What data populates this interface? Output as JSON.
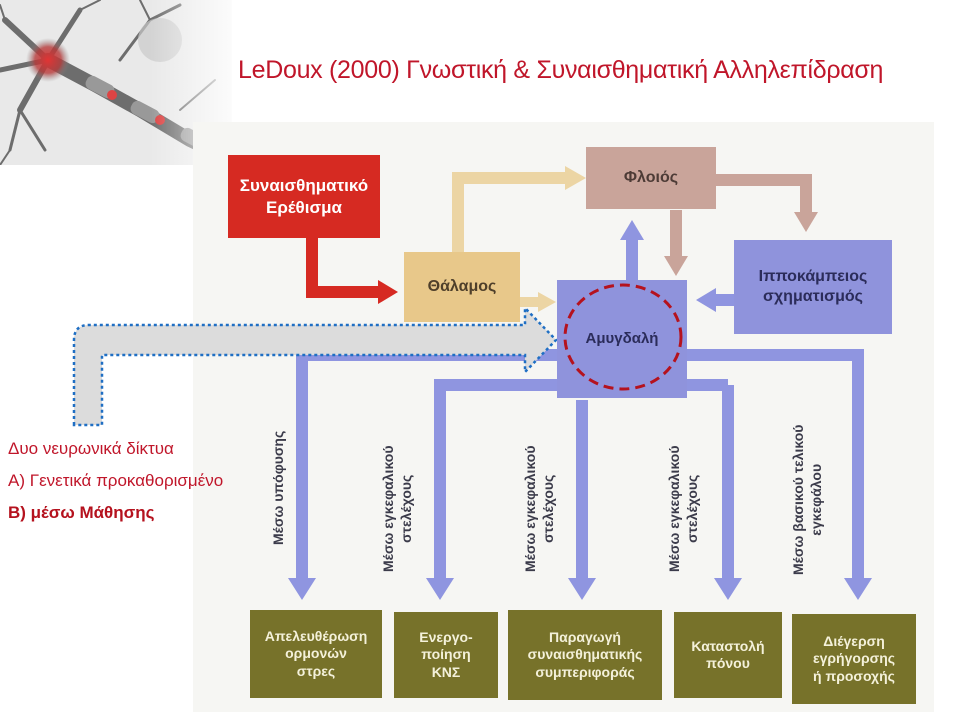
{
  "slide": {
    "title": "LeDoux (2000) Γνωστική & Συναισθηματική Αλληλεπίδραση"
  },
  "diagram": {
    "nodes": {
      "stimulus_line1": "Συναισθηματικό",
      "stimulus_line2": "Ερέθισμα",
      "thalamus": "Θάλαμος",
      "cortex": "Φλοιός",
      "hippocampus_line1": "Ιπποκάμπειος",
      "hippocampus_line2": "σχηματισμός",
      "amygdala": "Αμυγδαλή"
    },
    "pathways": [
      {
        "line1": "Μέσω υπόφυσης",
        "line2": ""
      },
      {
        "line1": "Μέσω εγκεφαλικού",
        "line2": "στελέχους"
      },
      {
        "line1": "Μέσω εγκεφαλικού",
        "line2": "στελέχους"
      },
      {
        "line1": "Μέσω εγκεφαλικού",
        "line2": "στελέχους"
      },
      {
        "line1": "Μέσω βασικού τελικού",
        "line2": "εγκεφάλου"
      }
    ],
    "outputs": [
      {
        "line1": "Απελευθέρωση",
        "line2": "ορμονών",
        "line3": "στρες"
      },
      {
        "line1": "Ενεργο-",
        "line2": "ποίηση",
        "line3": "ΚΝΣ"
      },
      {
        "line1": "Παραγωγή",
        "line2": "συναισθηματικής",
        "line3": "συμπεριφοράς"
      },
      {
        "line1": "Καταστολή",
        "line2": "πόνου",
        "line3": ""
      },
      {
        "line1": "Διέγερση",
        "line2": "εγρήγορσης",
        "line3": "ή προσοχής"
      }
    ]
  },
  "notes": {
    "line1": "Δυο νευρωνικά δίκτυα",
    "line2": "Α) Γενετικά προκαθορισμένο",
    "line3": "Β) μέσω Μάθησης"
  },
  "colors": {
    "title": "#c0162a",
    "stimulus": "#d62a22",
    "thalamus": "#e8c88a",
    "cortex": "#c9a49a",
    "hippocampus": "#8f93dc",
    "amygdala": "#8f93dc",
    "pathway_arrow": "#8f95e0",
    "output_box": "#77722a",
    "dotted_highlight": "#1f6fc4",
    "amygdala_circle": "#b5121e"
  }
}
